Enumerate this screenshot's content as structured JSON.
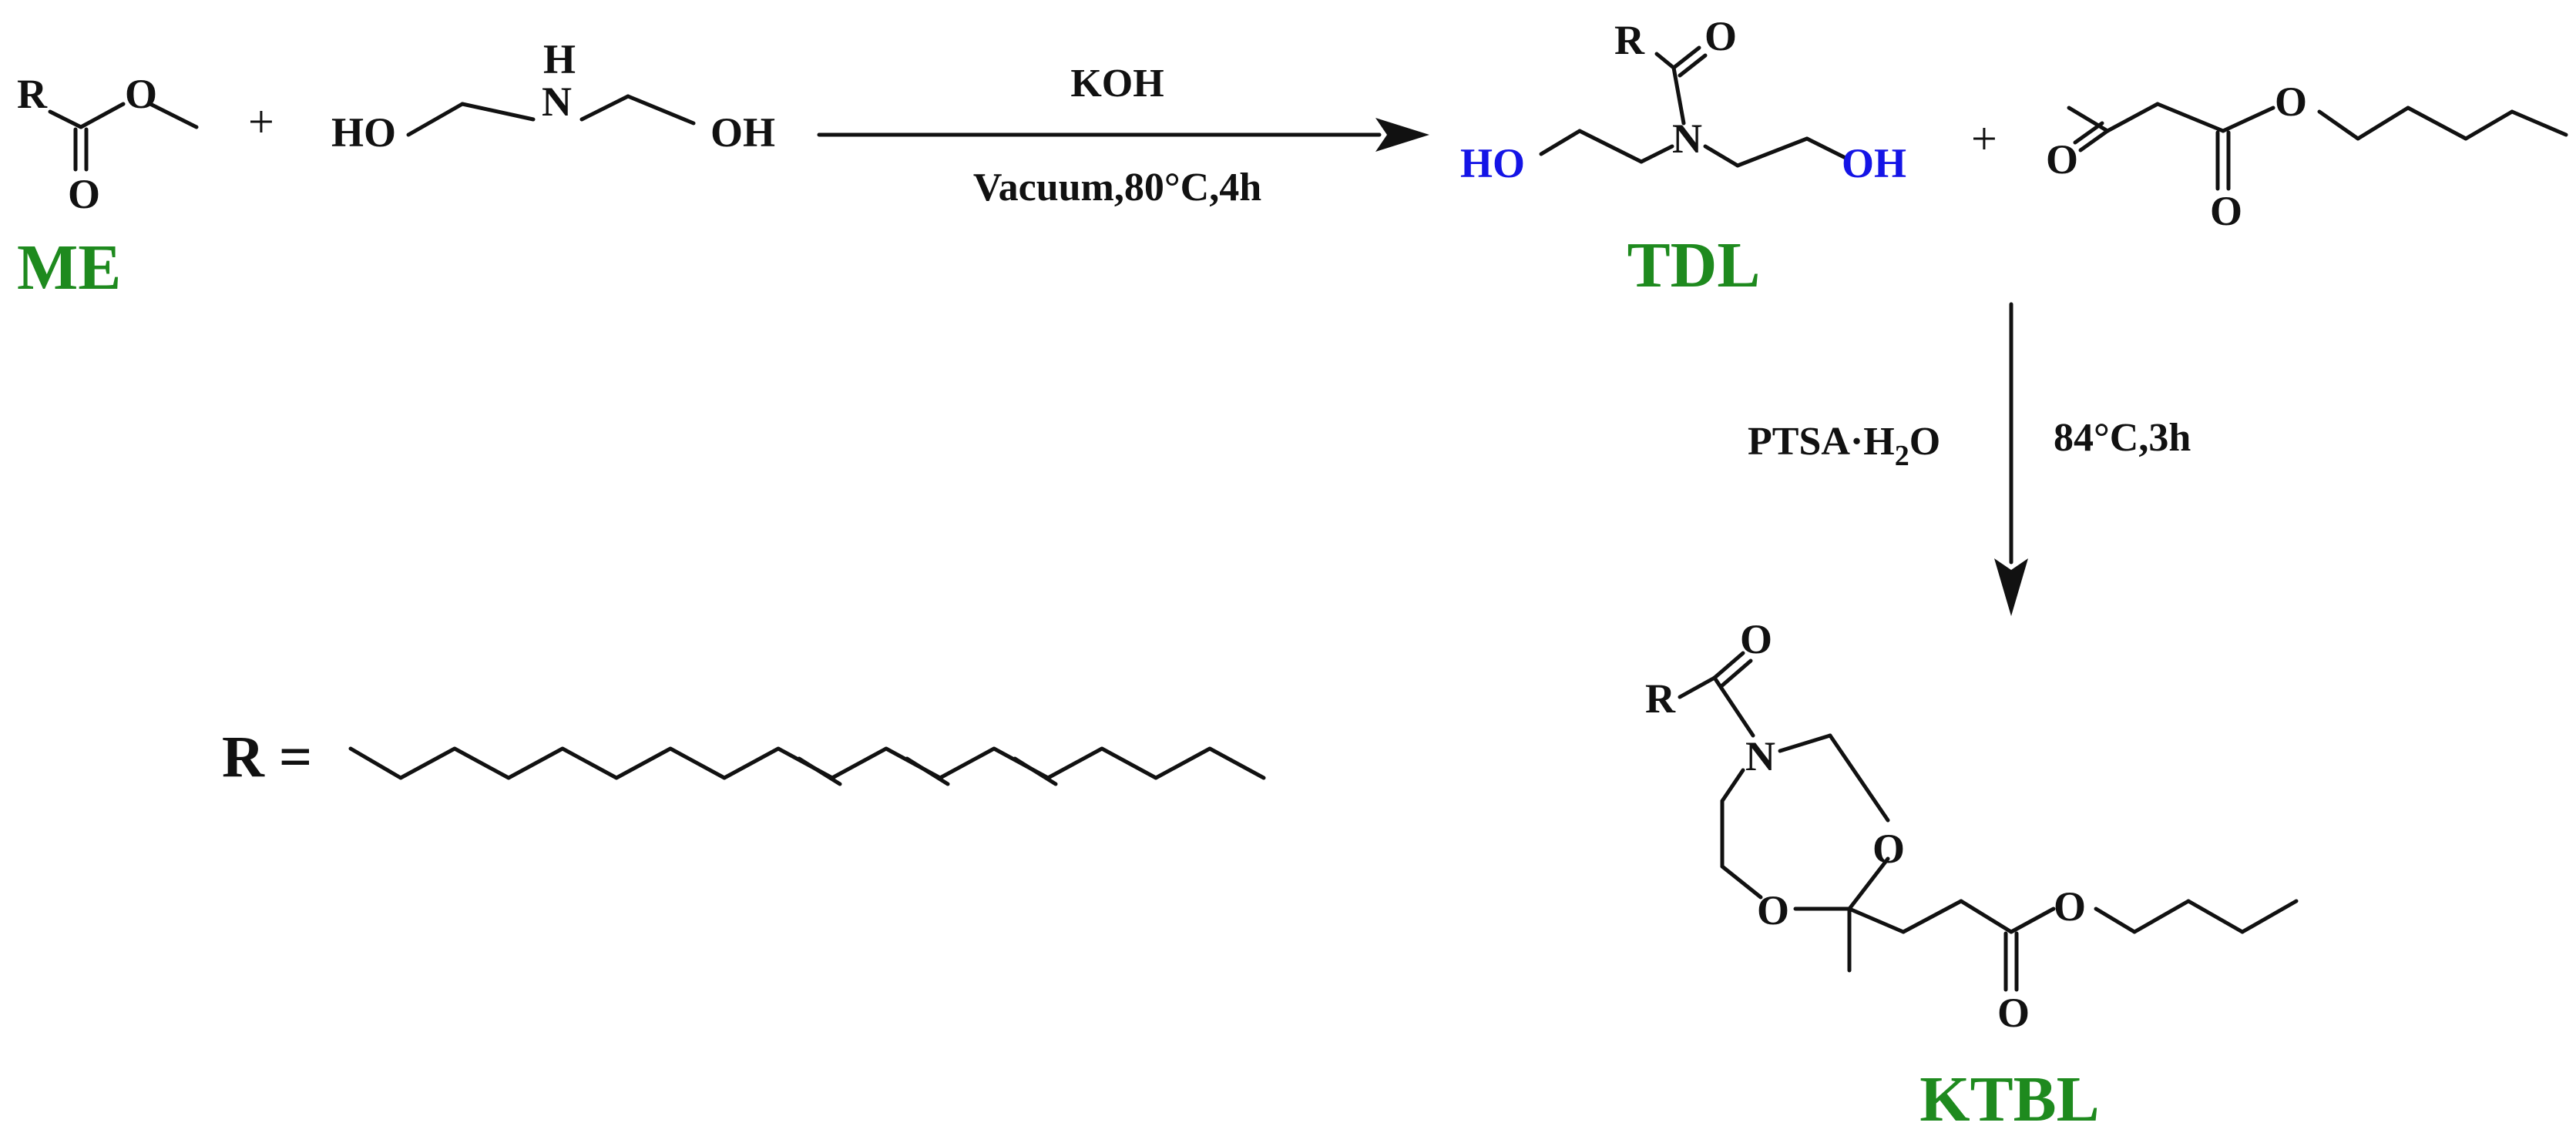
{
  "colors": {
    "label_green": "#1e8a1e",
    "hydroxyl_blue": "#1414e6",
    "ink": "#111111"
  },
  "labels": {
    "me": "ME",
    "tdl": "TDL",
    "ktbl": "KTBL"
  },
  "conditions": {
    "step1_reagent": "KOH",
    "step1_conditions": "Vacuum,80°C,4h",
    "step2_reagent_main": "PTSA·H",
    "step2_reagent_sub": "2",
    "step2_reagent_tail": "O",
    "step2_conditions": "84°C,3h"
  },
  "atoms": {
    "r": "R",
    "o": "O",
    "n": "N",
    "h": "H",
    "ho": "HO",
    "oh": "OH"
  },
  "operators": {
    "plus": "+",
    "r_equals": "R ="
  }
}
